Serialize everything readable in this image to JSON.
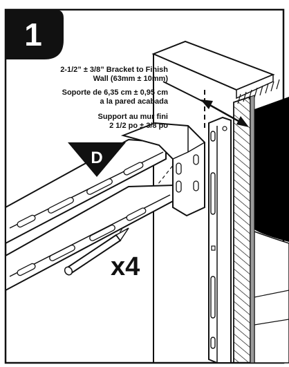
{
  "step": {
    "number": "1"
  },
  "marker": {
    "letter": "D"
  },
  "quantity": {
    "text": "x4"
  },
  "annotations": {
    "en_line1": "2-1/2” ± 3/8” Bracket to Finish",
    "en_line2": "Wall (63mm ± 10mm)",
    "es_line1": "Soporte de 6,35 cm ± 0,95 cm",
    "es_line2": "a la pared acabada",
    "fr_line1": "Support au mur fini",
    "fr_line2": "2 1/2 po ± 3/8 po"
  },
  "colors": {
    "ink": "#111111",
    "wall_gray": "#9a9a9a",
    "panel_black": "#000000",
    "paper": "#ffffff"
  }
}
